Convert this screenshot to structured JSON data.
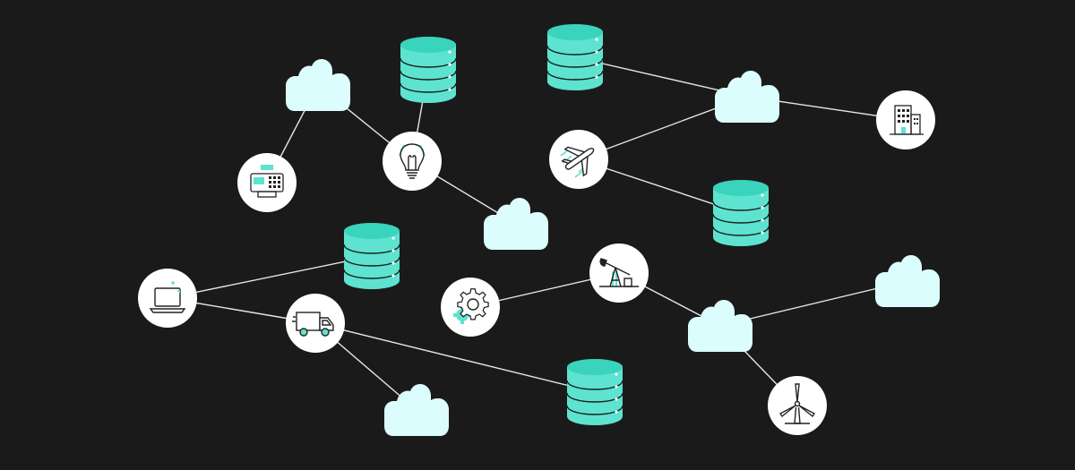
{
  "colors": {
    "background": "#1b1a1a",
    "cloud_fill": "#dcfdfd",
    "database_fill": "#5de3cf",
    "database_top": "#3ad4bd",
    "database_line": "#1b1a1a",
    "connector": "#e6e6e6",
    "node_fill": "#ffffff",
    "icon_stroke": "#222222",
    "icon_accent": "#5de3cf"
  },
  "nodes": [
    {
      "id": "cloud-top-left",
      "kind": "cloud"
    },
    {
      "id": "cloud-mid-upper",
      "kind": "cloud"
    },
    {
      "id": "cloud-top-right",
      "kind": "cloud"
    },
    {
      "id": "cloud-right-edge",
      "kind": "cloud"
    },
    {
      "id": "cloud-center-right",
      "kind": "cloud"
    },
    {
      "id": "cloud-bottom-left",
      "kind": "cloud"
    },
    {
      "id": "database-top-center",
      "kind": "database"
    },
    {
      "id": "database-top-right",
      "kind": "database"
    },
    {
      "id": "database-middle-right",
      "kind": "database"
    },
    {
      "id": "database-middle-left",
      "kind": "database"
    },
    {
      "id": "database-bottom-center",
      "kind": "database"
    },
    {
      "id": "node-cash-register",
      "kind": "circle",
      "icon": "cash-register-icon"
    },
    {
      "id": "node-lightbulb",
      "kind": "circle",
      "icon": "lightbulb-icon"
    },
    {
      "id": "node-airplane",
      "kind": "circle",
      "icon": "airplane-icon"
    },
    {
      "id": "node-office-building",
      "kind": "circle",
      "icon": "office-building-icon"
    },
    {
      "id": "node-laptop",
      "kind": "circle",
      "icon": "laptop-icon"
    },
    {
      "id": "node-delivery-truck",
      "kind": "circle",
      "icon": "delivery-truck-icon"
    },
    {
      "id": "node-gear",
      "kind": "circle",
      "icon": "gear-icon"
    },
    {
      "id": "node-oil-pump",
      "kind": "circle",
      "icon": "oil-pump-icon"
    },
    {
      "id": "node-wind-turbine",
      "kind": "circle",
      "icon": "wind-turbine-icon"
    }
  ],
  "edges": [
    [
      "cloud-top-left",
      "node-cash-register"
    ],
    [
      "cloud-top-left",
      "node-lightbulb"
    ],
    [
      "node-lightbulb",
      "database-top-center"
    ],
    [
      "node-lightbulb",
      "cloud-mid-upper"
    ],
    [
      "database-top-right",
      "cloud-top-right"
    ],
    [
      "cloud-top-right",
      "node-office-building"
    ],
    [
      "cloud-top-right",
      "node-airplane"
    ],
    [
      "node-airplane",
      "database-middle-right"
    ],
    [
      "node-laptop",
      "database-middle-left"
    ],
    [
      "node-laptop",
      "node-delivery-truck"
    ],
    [
      "node-delivery-truck",
      "cloud-bottom-left"
    ],
    [
      "node-delivery-truck",
      "database-bottom-center"
    ],
    [
      "node-gear",
      "node-oil-pump"
    ],
    [
      "node-oil-pump",
      "cloud-center-right"
    ],
    [
      "cloud-center-right",
      "cloud-right-edge"
    ],
    [
      "cloud-center-right",
      "node-wind-turbine"
    ]
  ]
}
